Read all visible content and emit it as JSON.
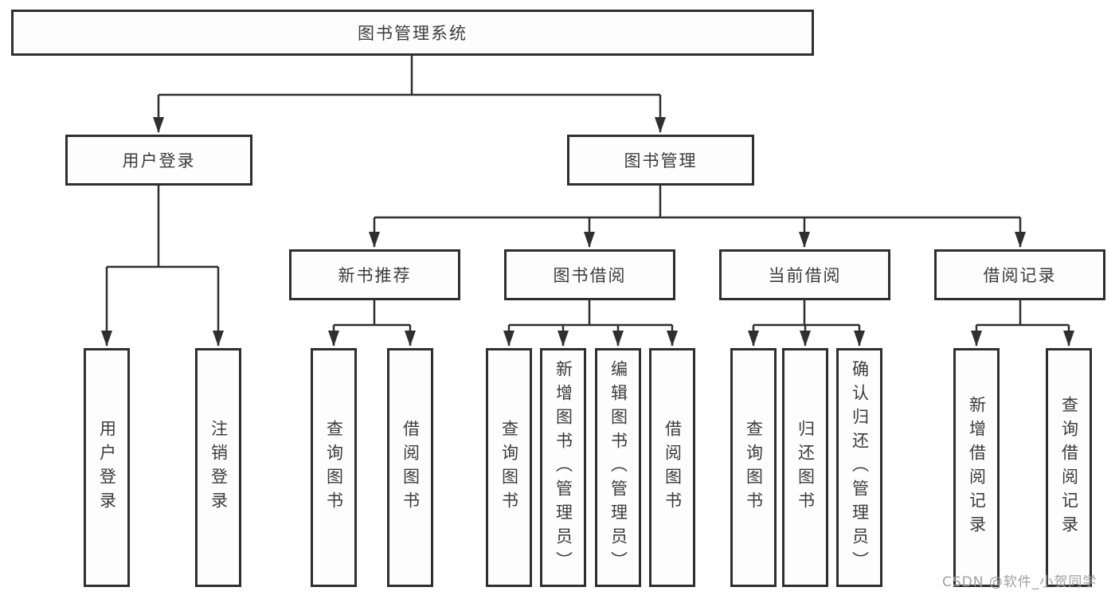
{
  "diagram": {
    "type": "hierarchy-tree",
    "colors": {
      "line": "#2f2f2f",
      "border": "#2f2f2f",
      "text": "#3b3b3b",
      "background": "#ffffff",
      "watermark": "#a0a0a0"
    }
  },
  "tree": {
    "label": "图书管理系统",
    "children": [
      {
        "label": "用户登录",
        "children": [
          {
            "label": "用户登录"
          },
          {
            "label": "注销登录"
          }
        ]
      },
      {
        "label": "图书管理",
        "children": [
          {
            "label": "新书推荐",
            "children": [
              {
                "label": "查询图书"
              },
              {
                "label": "借阅图书"
              }
            ]
          },
          {
            "label": "图书借阅",
            "children": [
              {
                "label": "查询图书"
              },
              {
                "label": "新增图书（管理员）"
              },
              {
                "label": "编辑图书（管理员）"
              },
              {
                "label": "借阅图书"
              }
            ]
          },
          {
            "label": "当前借阅",
            "children": [
              {
                "label": "查询图书"
              },
              {
                "label": "归还图书"
              },
              {
                "label": "确认归还（管理员）"
              }
            ]
          },
          {
            "label": "借阅记录",
            "children": [
              {
                "label": "新增借阅记录"
              },
              {
                "label": "查询借阅记录"
              }
            ]
          }
        ]
      }
    ]
  },
  "watermark": {
    "text": "CSDN @软件_小贺同学"
  }
}
